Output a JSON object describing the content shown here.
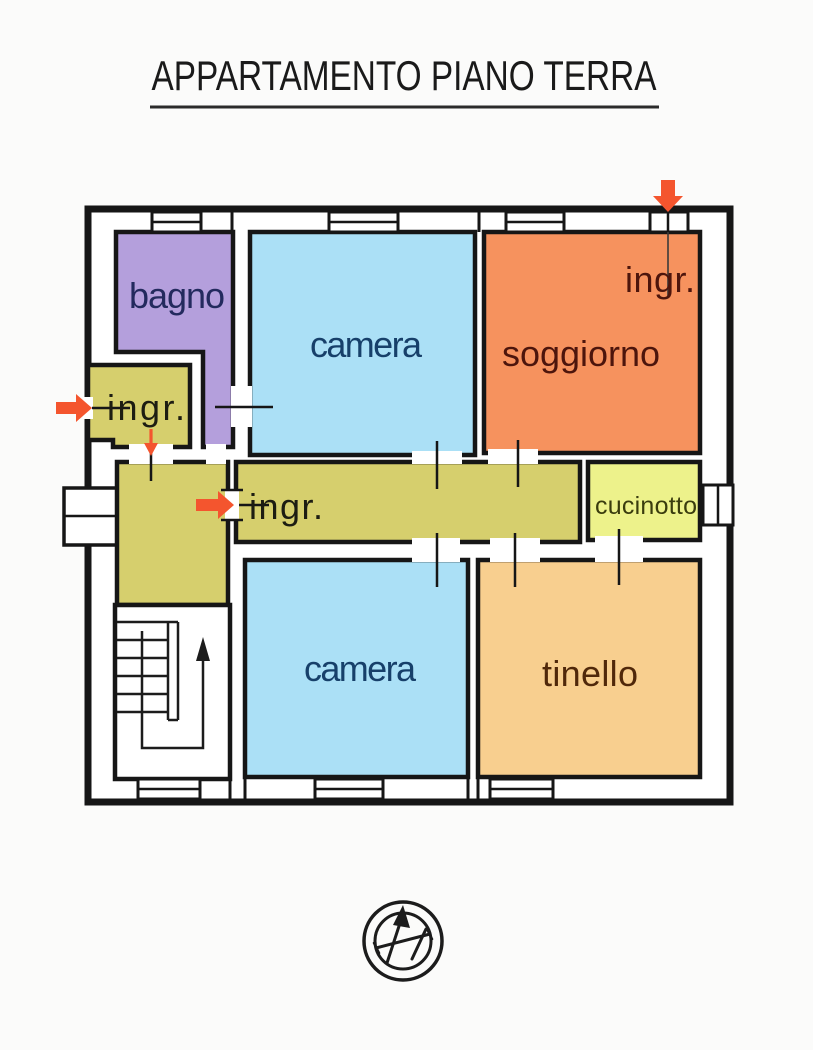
{
  "title": "APPARTAMENTO PIANO TERRA",
  "floor_plan": {
    "background_color": "#fbfbfa",
    "wall_color": "#161616",
    "entrance_arrow_color": "#f4552e",
    "rooms": {
      "bagno": {
        "label": "bagno",
        "fill": "#b49fdc",
        "label_color": "#232a5e"
      },
      "camera_top": {
        "label": "camera",
        "fill": "#abe0f6",
        "label_color": "#17406a"
      },
      "soggiorno": {
        "label": "soggiorno",
        "fill": "#f6925e",
        "label_color": "#4d150c"
      },
      "soggiorno_ingresso": {
        "label": "ingr.",
        "label_color": "#4d150c"
      },
      "ingresso_laterale": {
        "label": "ingr.",
        "fill": "#d6cf6d",
        "label_color": "#1d1d12"
      },
      "disimpegno": {
        "fill": "#d6cf6d"
      },
      "corridoio_ingresso": {
        "label": "ingr.",
        "fill": "#d6cf6d",
        "label_color": "#1d1d12"
      },
      "cucinotto": {
        "label": "cucinotto",
        "fill": "#edf28b",
        "label_color": "#3a3c0e"
      },
      "camera_bottom": {
        "label": "camera",
        "fill": "#abe0f6",
        "label_color": "#17406a"
      },
      "tinello": {
        "label": "tinello",
        "fill": "#f8cf8f",
        "label_color": "#50280a"
      }
    }
  }
}
